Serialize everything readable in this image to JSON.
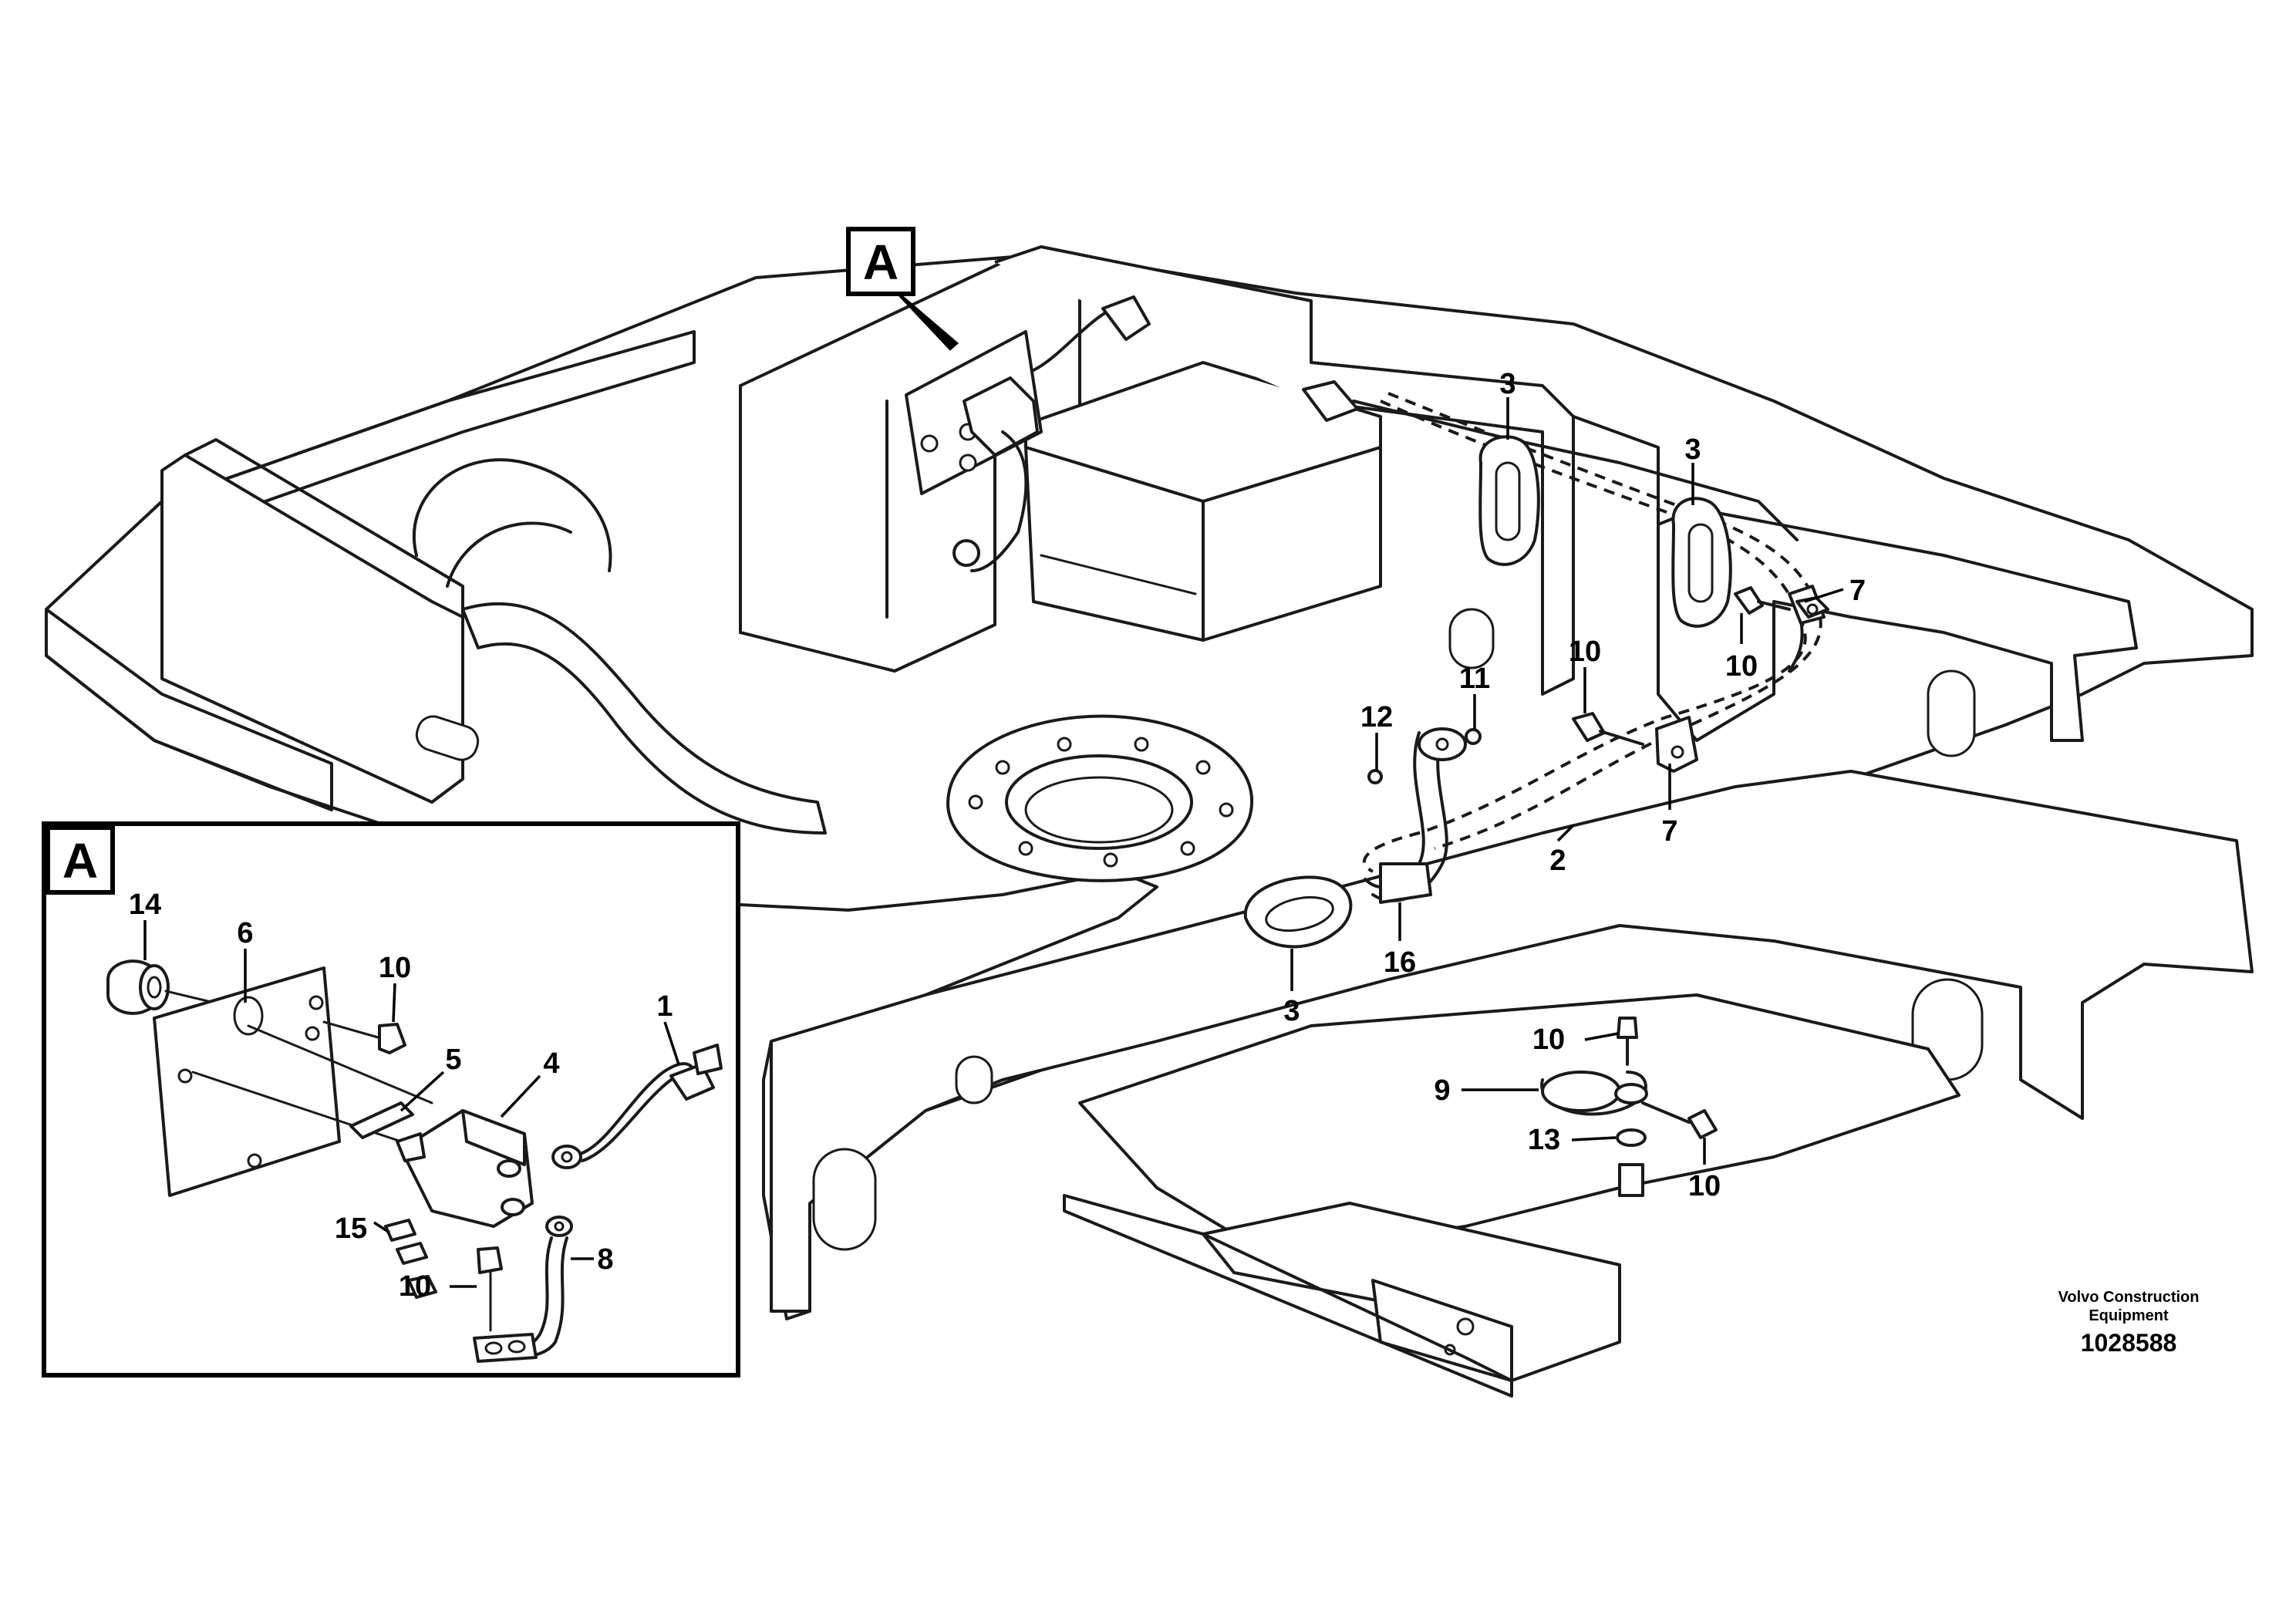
{
  "view_marker": {
    "letter": "A"
  },
  "detail_box": {
    "letter": "A"
  },
  "callouts": {
    "main": [
      {
        "id": "c3a",
        "text": "3"
      },
      {
        "id": "c3b",
        "text": "3"
      },
      {
        "id": "c3c",
        "text": "3"
      },
      {
        "id": "c7a",
        "text": "7"
      },
      {
        "id": "c7b",
        "text": "7"
      },
      {
        "id": "c10a",
        "text": "10"
      },
      {
        "id": "c10b",
        "text": "10"
      },
      {
        "id": "c10c",
        "text": "10"
      },
      {
        "id": "c10d",
        "text": "10"
      },
      {
        "id": "c11",
        "text": "11"
      },
      {
        "id": "c12",
        "text": "12"
      },
      {
        "id": "c2",
        "text": "2"
      },
      {
        "id": "c16",
        "text": "16"
      },
      {
        "id": "c9",
        "text": "9"
      },
      {
        "id": "c13",
        "text": "13"
      }
    ],
    "detail": [
      {
        "id": "d14",
        "text": "14"
      },
      {
        "id": "d6",
        "text": "6"
      },
      {
        "id": "d10a",
        "text": "10"
      },
      {
        "id": "d1",
        "text": "1"
      },
      {
        "id": "d5",
        "text": "5"
      },
      {
        "id": "d4",
        "text": "4"
      },
      {
        "id": "d15",
        "text": "15"
      },
      {
        "id": "d8",
        "text": "8"
      },
      {
        "id": "d10b",
        "text": "10"
      }
    ]
  },
  "footer": {
    "company_line1": "Volvo Construction",
    "company_line2": "Equipment",
    "drawing_number": "1028588"
  }
}
